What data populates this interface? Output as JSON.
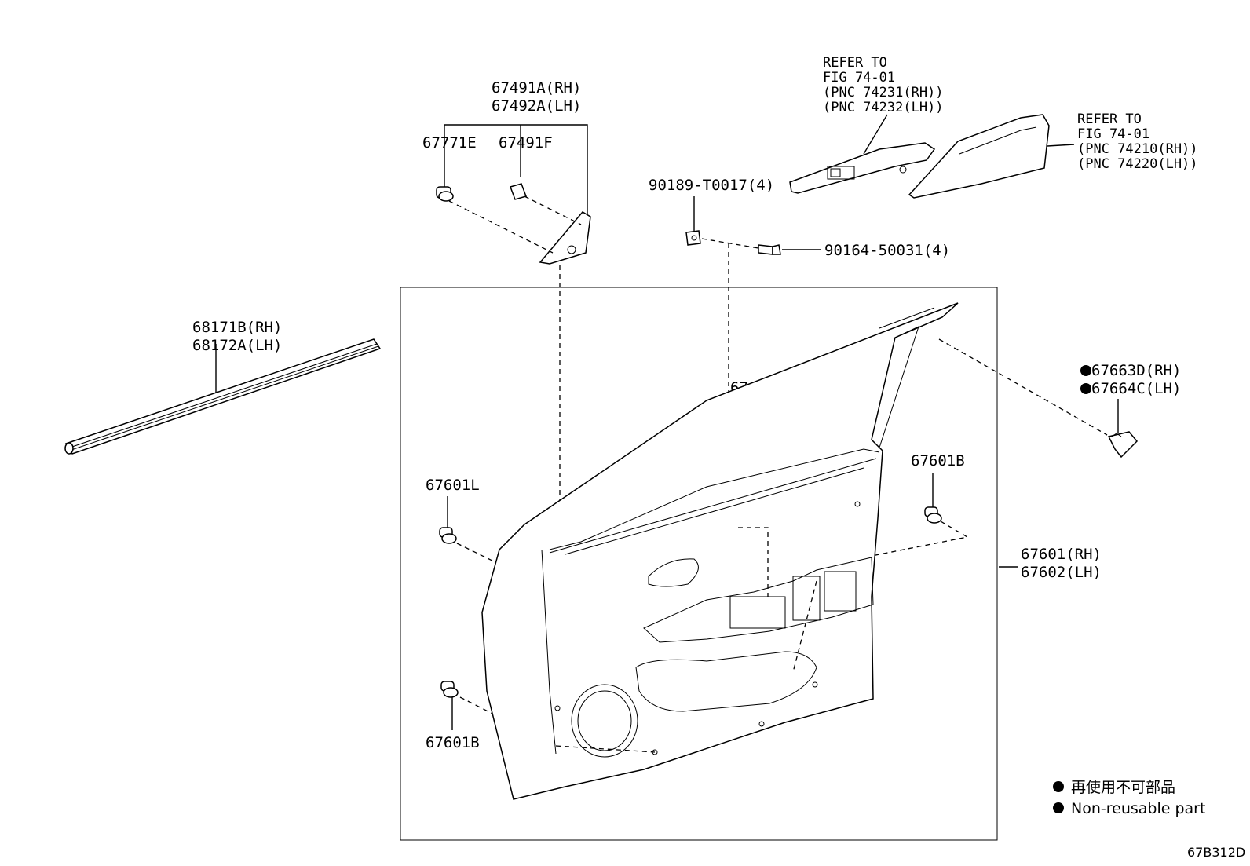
{
  "labels": {
    "p67491A": "67491A(RH)",
    "p67492A": "67492A(LH)",
    "p67771E": "67771E",
    "p67491F": "67491F",
    "refer1": [
      "REFER TO",
      "FIG 74-01",
      "(PNC 74231(RH))",
      "(PNC 74232(LH))"
    ],
    "refer2": [
      "REFER TO",
      "FIG 74-01",
      "(PNC 74210(RH))",
      "(PNC 74220(LH))"
    ],
    "p90189": "90189-T0017(4)",
    "p90164": "90164-50031(4)",
    "p68171B": "68171B(RH)",
    "p68172A": "68172A(LH)",
    "p67663D": "67663D(RH)",
    "p67664C": "67664C(LH)",
    "p67601L_top": "67601L",
    "p67601L_left": "67601L",
    "p67601B_right": "67601B",
    "p67601B_bottom": "67601B",
    "p67601": "67601(RH)",
    "p67602": "67602(LH)"
  },
  "legend": {
    "japanese": "再使用不可部品",
    "english": "Non-reusable part"
  },
  "figure_code": "67B312D"
}
